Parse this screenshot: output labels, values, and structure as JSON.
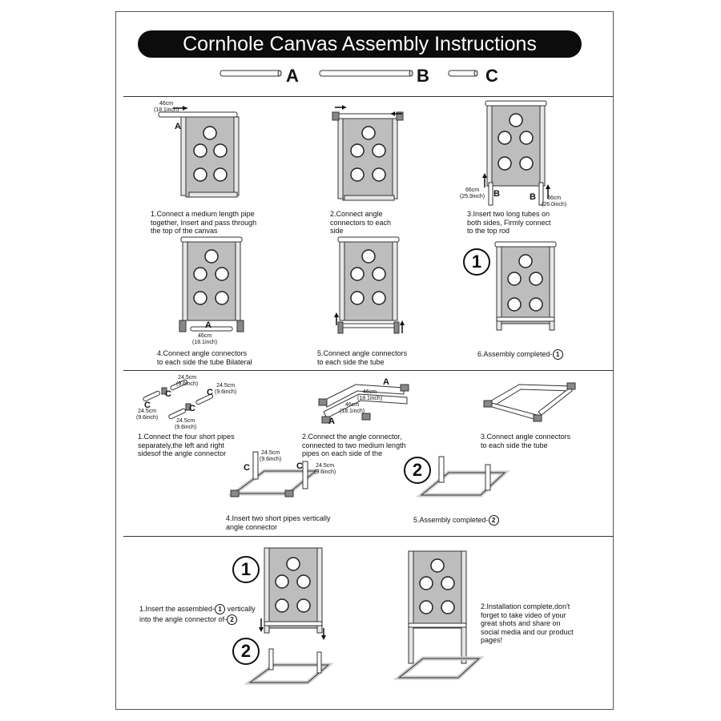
{
  "title": "Cornhole Canvas Assembly Instructions",
  "parts": [
    {
      "label": "A"
    },
    {
      "label": "B"
    },
    {
      "label": "C"
    }
  ],
  "section1": {
    "steps": [
      {
        "caption": "1.Connect a medium length pipe\ntogether, Insert and pass through\nthe top of the canvas",
        "letter": "A",
        "dim": "46cm\n(18.1inch)"
      },
      {
        "caption": "2.Connect  angle\nconnectors to each\nside"
      },
      {
        "caption": "3.Insert two long tubes on\nboth sides, Firmly connect\nto the top rod",
        "letter_left": "B",
        "letter_right": "B",
        "dim_left": "66cm\n(25.9inch)",
        "dim_right": "66cm\n(26.0inch)"
      },
      {
        "caption": "4.Connect angle connectors\nto each side the tube Bilateral",
        "letter": "A",
        "dim": "46cm\n(18.1inch)"
      },
      {
        "caption": "5.Connect angle connectors\nto each side the tube"
      },
      {
        "caption": "6.Assembly completed-",
        "circle": "1",
        "marker": "1"
      }
    ]
  },
  "section2": {
    "steps": [
      {
        "caption": "1.Connect the four short pipes\nseparately,the left and right\nsidesof the angle connector",
        "letter": "C",
        "dim": "24.5cm\n(9.6inch)"
      },
      {
        "caption": "2.Connect the angle connector,\nconnected to two medium length\npipes on each side of the",
        "letter": "A",
        "dim": "46cm\n(18.1inch)"
      },
      {
        "caption": "3.Connect angle connectors\nto each side the tube"
      },
      {
        "caption": "4.Insert two short pipes vertically\nangle connector",
        "letter": "C",
        "dim": "24.5cm\n(9.6inch)"
      },
      {
        "caption": "5.Assembly completed-",
        "circle": "2",
        "marker": "2"
      }
    ]
  },
  "section3": {
    "steps": [
      {
        "caption_a": "1.Insert the assembled-",
        "caption_b": "vertically\ninto the angle connector of-",
        "circle_a": "1",
        "circle_b": "2",
        "marker_top": "1",
        "marker_bottom": "2"
      },
      {
        "caption": "2.Installation complete,don't\nforget to take video of your\ngreat shots and share on\nsocial media and our product\npages!"
      }
    ]
  }
}
